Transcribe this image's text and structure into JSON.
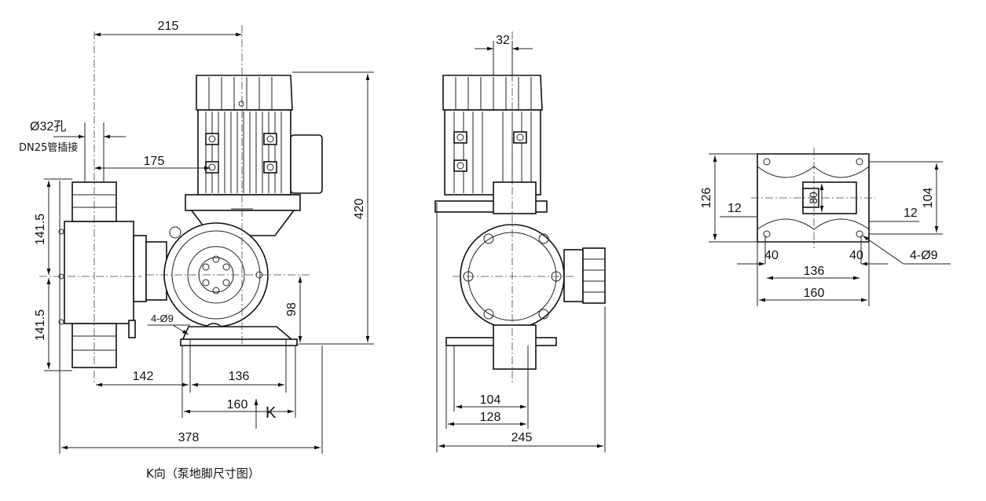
{
  "front_view": {
    "dim_top_width": "215",
    "dim_port_hole": "Ø32孔",
    "dim_port_pipe": "DN25管插接",
    "dim_port_offset": "175",
    "dim_height": "420",
    "dim_upper_half": "141.5",
    "dim_lower_half": "141.5",
    "dim_bolt_holes": "4-Ø9",
    "dim_axis_height": "98",
    "dim_left_to_foot": "142",
    "dim_foot_hole_spacing": "136",
    "dim_foot_width": "160",
    "label_k": "K",
    "dim_total_width": "378"
  },
  "side_view": {
    "dim_top_offset": "32",
    "dim_inner_width": "104",
    "dim_outer_width": "128",
    "dim_total_width": "245"
  },
  "foot_view": {
    "dim_height": "126",
    "dim_inner_height": "104",
    "dim_slot": "80",
    "dim_left_edge": "12",
    "dim_right_edge": "12",
    "dim_left_inset": "40",
    "dim_right_inset": "40",
    "dim_hole_spacing": "136",
    "dim_width": "160",
    "dim_holes": "4-Ø9"
  },
  "caption": "K向（泵地脚尺寸图）"
}
